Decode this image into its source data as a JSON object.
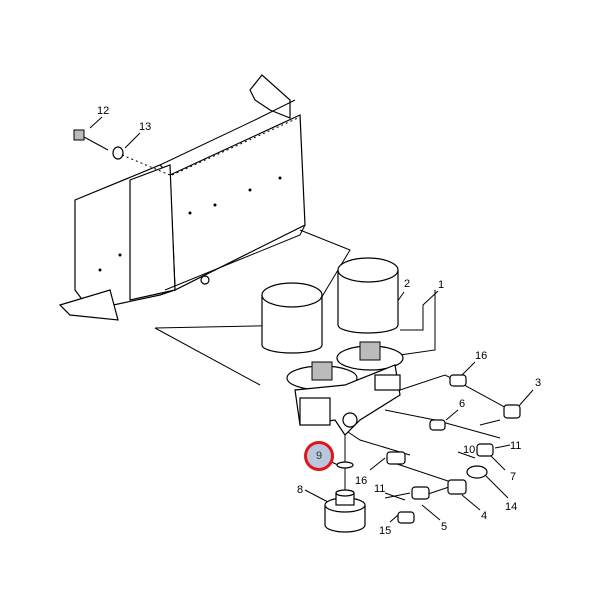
{
  "diagram": {
    "type": "exploded parts diagram",
    "highlighted_callout": "9",
    "highlight_color": "#e0141e",
    "callouts": [
      "12",
      "13",
      "2",
      "1",
      "16",
      "3",
      "6",
      "11",
      "10",
      "7",
      "9",
      "16",
      "8",
      "11",
      "14",
      "4",
      "5",
      "15"
    ]
  }
}
